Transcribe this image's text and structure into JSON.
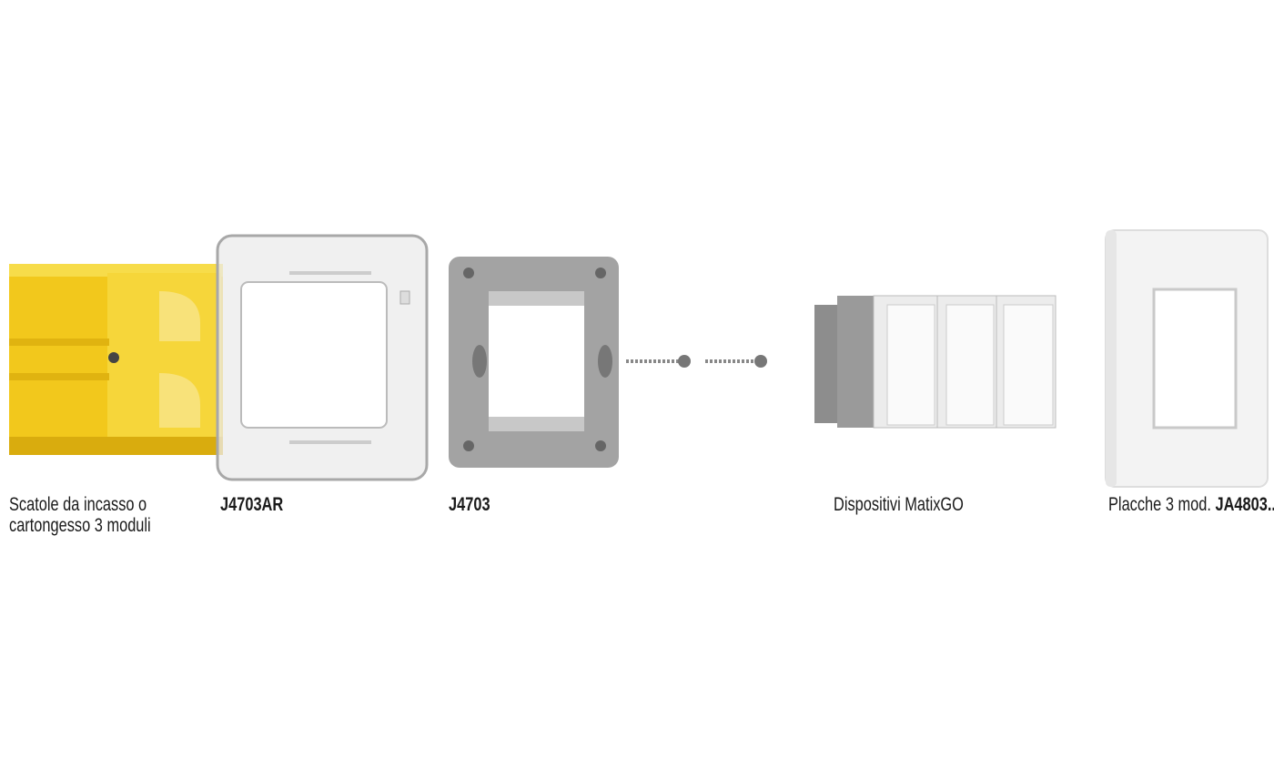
{
  "labels": {
    "box_line1": "Scatole da incasso o",
    "box_line2": "cartongesso 3 moduli",
    "frame_code": "J4703AR",
    "support_code": "J4703",
    "devices": "Dispositivi MatixGO",
    "plate_prefix": "Placche 3 mod.",
    "plate_code": "JA4803.."
  },
  "colors": {
    "box_yellow": "#f5cf1f",
    "support_gray": "#9a9a9a",
    "device_gray": "#8d8d8d",
    "plate_white": "#f4f4f4"
  }
}
